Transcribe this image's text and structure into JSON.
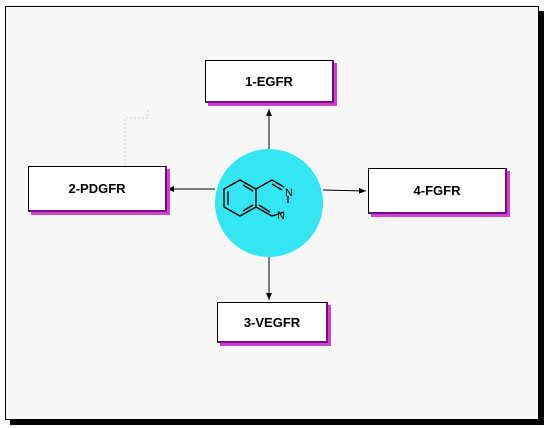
{
  "diagram": {
    "nodes": [
      {
        "id": "egfr",
        "label": "1-EGFR"
      },
      {
        "id": "pdgfr",
        "label": "2-PDGFR"
      },
      {
        "id": "vegfr",
        "label": "3-VEGFR"
      },
      {
        "id": "fgfr",
        "label": "4-FGFR"
      }
    ],
    "center": {
      "structure": "quinazoline",
      "atoms": [
        "N",
        "N"
      ],
      "circle_color": "#33e6f2"
    },
    "colors": {
      "box_border_accent": "#7a0a83",
      "box_shadow": "#cc44cc",
      "frame_bg": "#f7f7f7"
    }
  }
}
